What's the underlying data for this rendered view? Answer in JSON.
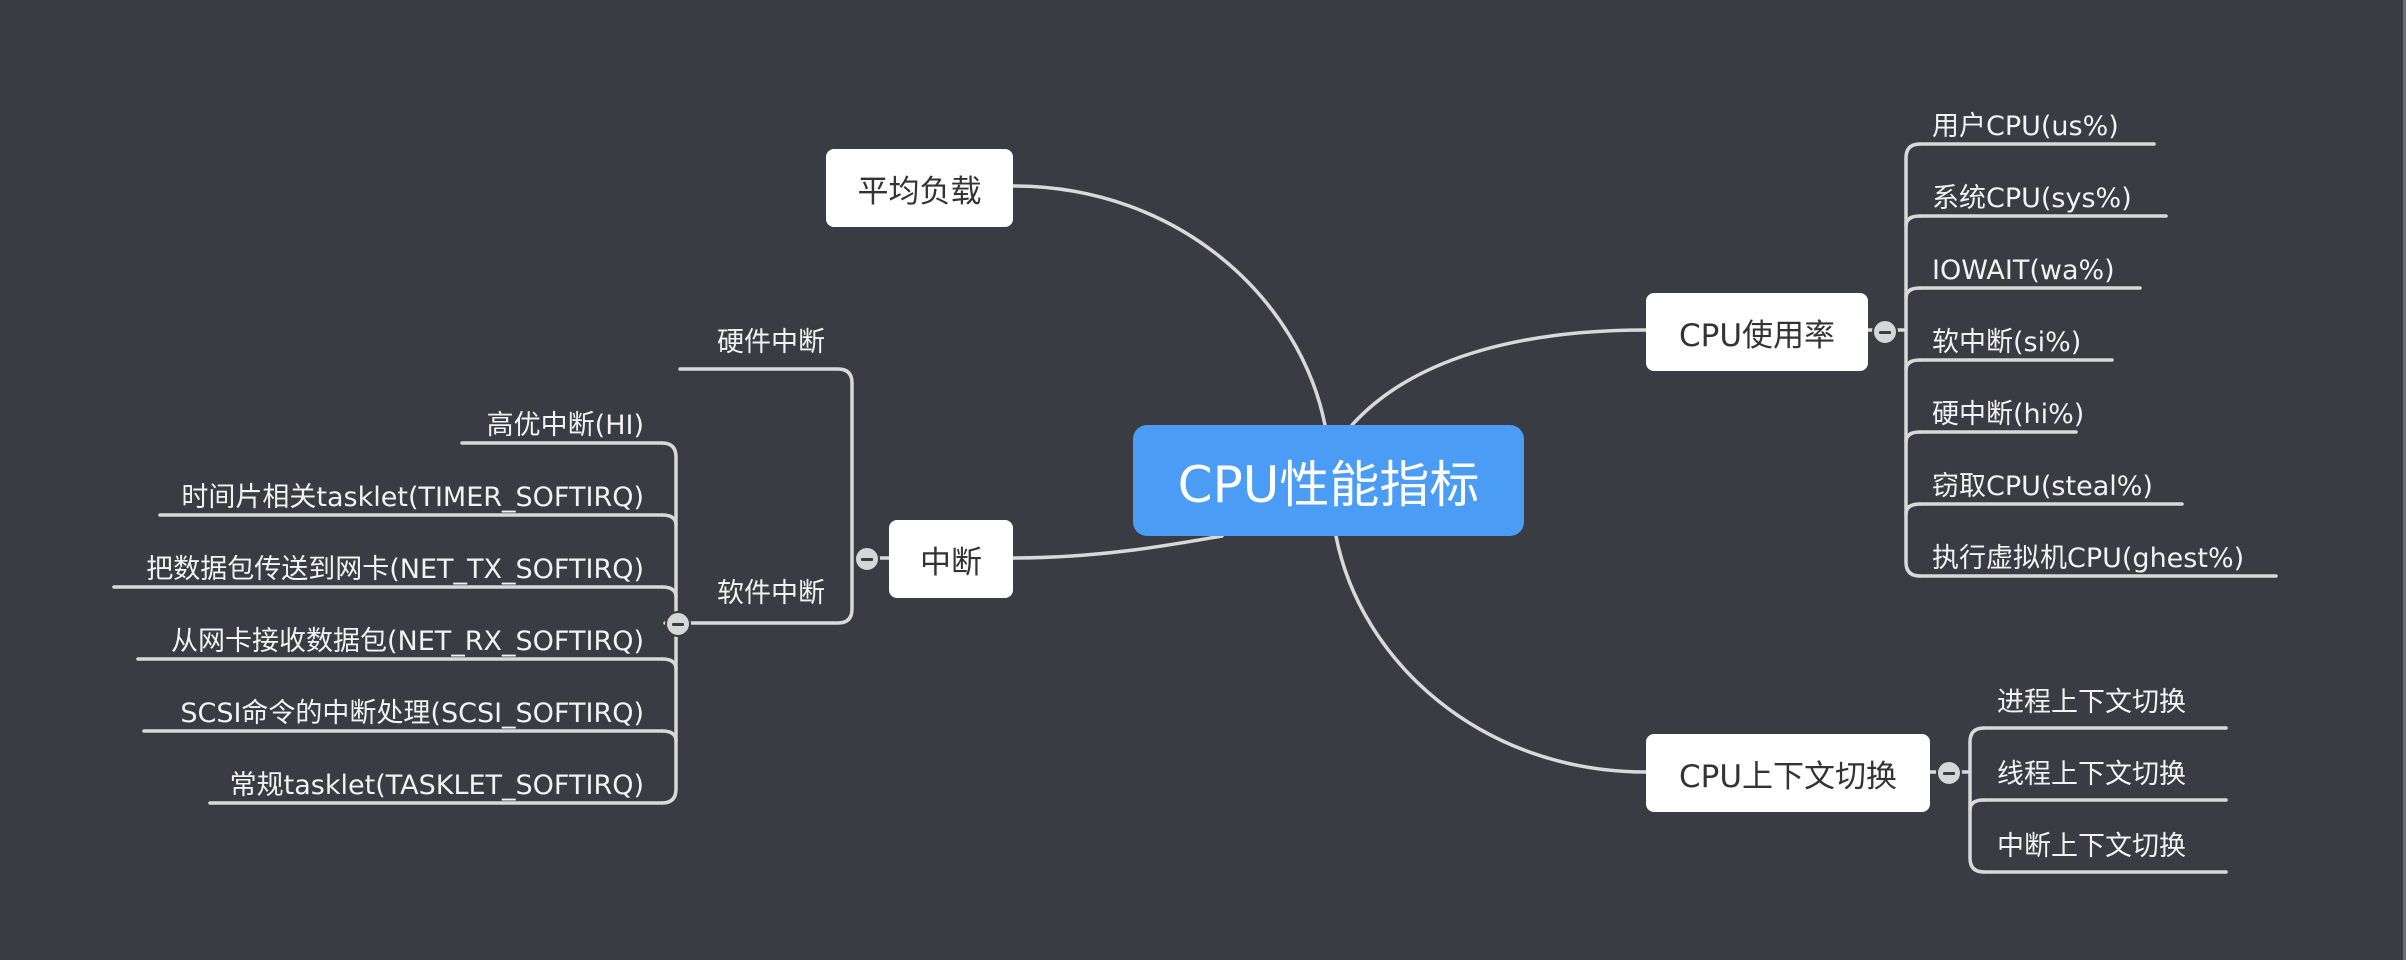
{
  "central": {
    "label": "CPU性能指标"
  },
  "branches": {
    "avg_load": {
      "label": "平均负载"
    },
    "cpu_usage": {
      "label": "CPU使用率",
      "children": [
        "用户CPU(us%)",
        "系统CPU(sys%)",
        "IOWAIT(wa%)",
        "软中断(si%)",
        "硬中断(hi%)",
        "窃取CPU(steal%)",
        "执行虚拟机CPU(ghest%)"
      ]
    },
    "interrupt": {
      "label": "中断",
      "hard": {
        "label": "硬件中断"
      },
      "soft": {
        "label": "软件中断",
        "children": [
          "高优中断(HI)",
          "时间片相关tasklet(TIMER_SOFTIRQ)",
          "把数据包传送到网卡(NET_TX_SOFTIRQ)",
          "从网卡接收数据包(NET_RX_SOFTIRQ)",
          "SCSI命令的中断处理(SCSI_SOFTIRQ)",
          "常规tasklet(TASKLET_SOFTIRQ)"
        ]
      }
    },
    "context_switch": {
      "label": "CPU上下文切换",
      "children": [
        "进程上下文切换",
        "线程上下文切换",
        "中断上下文切换"
      ]
    }
  },
  "colors": {
    "background": "#393c42",
    "central": "#4a9cf5",
    "node": "#ffffff",
    "line": "#d9d9d9"
  }
}
